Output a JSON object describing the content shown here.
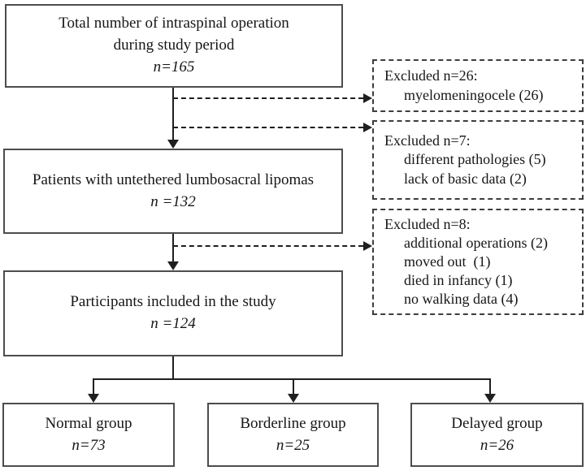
{
  "flow": {
    "box_total": {
      "line1": "Total number of intraspinal operation",
      "line2": "during study period",
      "n": "n=165"
    },
    "box_lipomas": {
      "line1": "Patients with untethered lumbosacral lipomas",
      "n": "n =132"
    },
    "box_included": {
      "line1": "Participants included in the study",
      "n": "n =124"
    },
    "excl_1": {
      "title": "Excluded n=26:",
      "item1": "myelomeningocele (26)"
    },
    "excl_2": {
      "title": "Excluded n=7:",
      "item1": "different pathologies (5)",
      "item2": "lack of basic data (2)"
    },
    "excl_3": {
      "title": "Excluded n=8:",
      "item1": "additional operations (2)",
      "item2": "moved out  (1)",
      "item3": "died in infancy (1)",
      "item4": "no walking data (4)"
    },
    "group_normal": {
      "label": "Normal group",
      "n": "n=73"
    },
    "group_borderline": {
      "label": "Borderline group",
      "n": "n=25"
    },
    "group_delayed": {
      "label": "Delayed group",
      "n": "n=26"
    }
  },
  "colors": {
    "line": "#1f1f1f",
    "border_solid": "#4d4d4d",
    "border_dashed": "#3d3d3d",
    "text": "#161616",
    "background": "#ffffff"
  }
}
